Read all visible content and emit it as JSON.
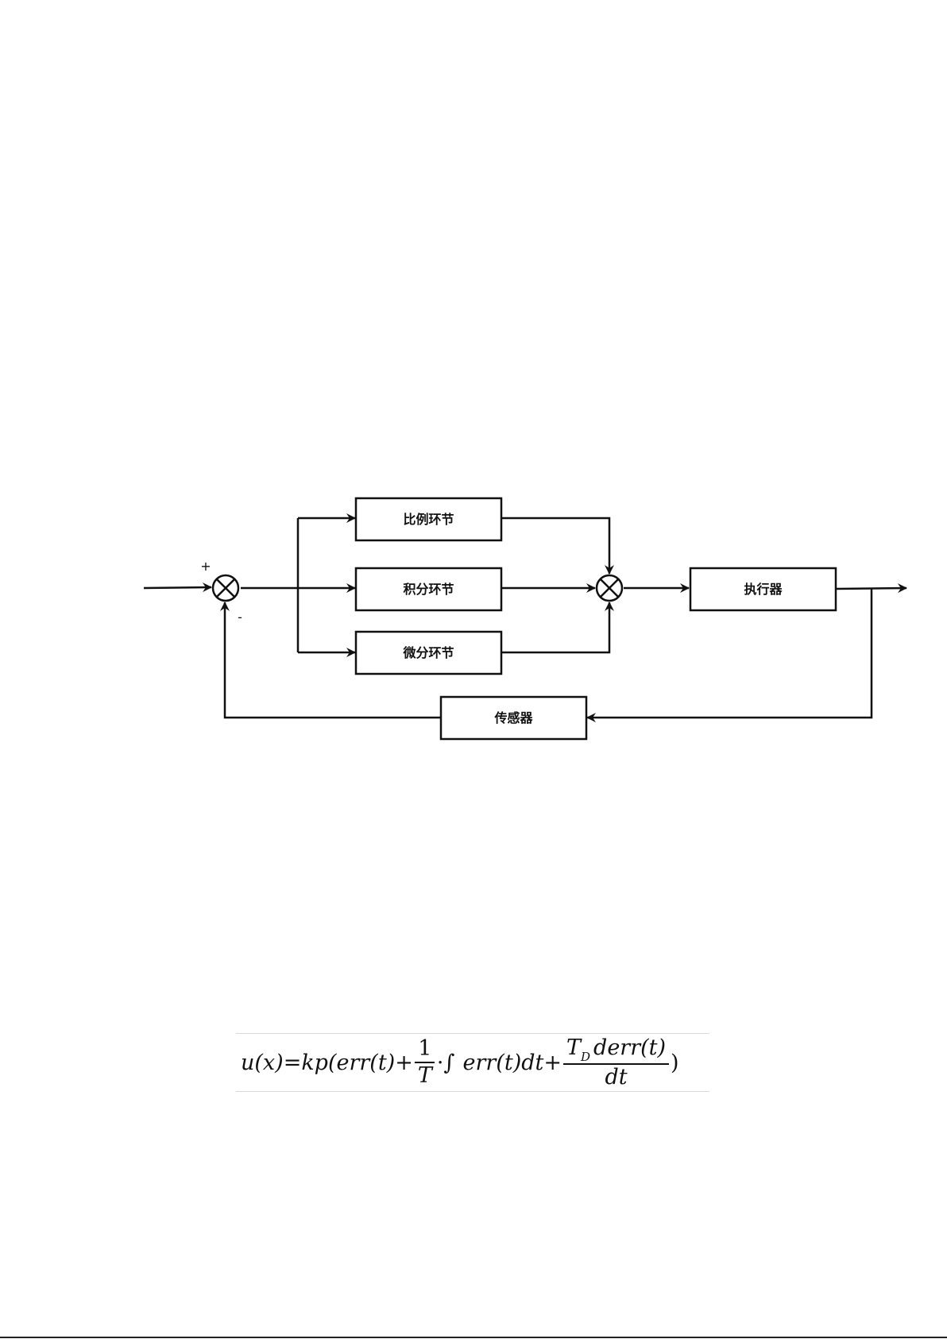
{
  "diagram": {
    "blocks": {
      "proportional": "比例环节",
      "integral": "积分环节",
      "derivative": "微分环节",
      "actuator": "执行器",
      "sensor": "传感器"
    },
    "signs": {
      "plus": "+",
      "minus": "-"
    }
  },
  "formula": {
    "lhs": "u(x)",
    "eq": "=",
    "gain": "kp(",
    "term1": "err(t)",
    "plus1": "+",
    "frac1_num": "1",
    "frac1_den": "T",
    "dot": "·",
    "integral_sign": "∫",
    "term2": "err(t)dt",
    "plus2": "+",
    "frac2_num_T": "T",
    "frac2_num_sub": "D",
    "frac2_num_rest": "derr(t)",
    "frac2_den": "dt",
    "close": ")"
  }
}
